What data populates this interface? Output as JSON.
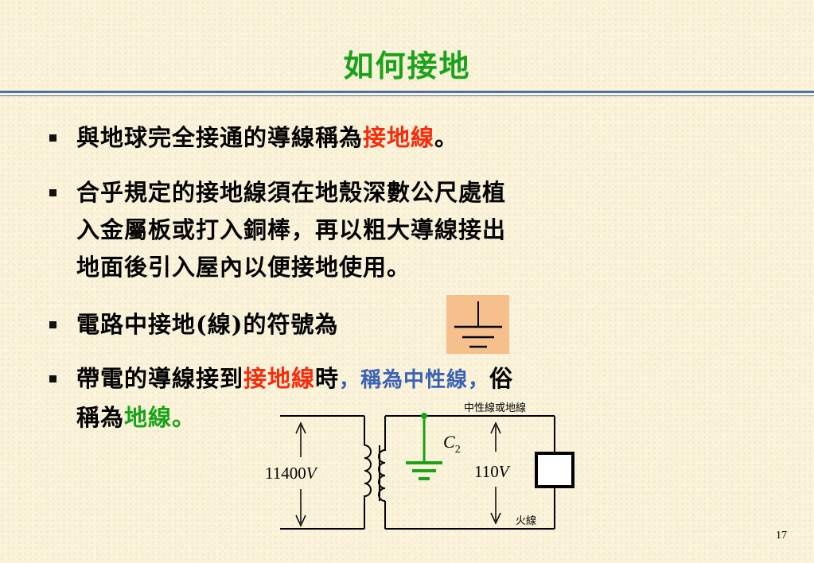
{
  "title": "如何接地",
  "bullets": [
    {
      "parts": [
        "與地球完全接通的導線稱為",
        "接地線",
        "。"
      ]
    },
    {
      "lines": [
        "合乎規定的接地線須在地殼深數公尺處植",
        "入金屬板或打入銅棒，再以粗大導線接出",
        "地面後引入屋內以便接地使用。"
      ]
    },
    {
      "text": "電路中接地(線)的符號為"
    },
    {
      "line1_parts": [
        "帶電的導線接到",
        "接地線",
        "時",
        "，稱為中性線，",
        "俗"
      ],
      "line2_parts": [
        "稱為",
        "地線",
        "。"
      ]
    }
  ],
  "circuit": {
    "neutral_label": "中性線或地線",
    "hot_label": "火線",
    "primary_voltage": "11400",
    "secondary_voltage": "110",
    "unit": "V",
    "capacitor_label": "C",
    "capacitor_sub": "2"
  },
  "colors": {
    "title": "#1aa31a",
    "highlight_red": "#ff2a0a",
    "highlight_blue": "#3a62b5",
    "ground_box": "#f6c08c",
    "circuit_green": "#1aa31a"
  },
  "slide_number": "17"
}
